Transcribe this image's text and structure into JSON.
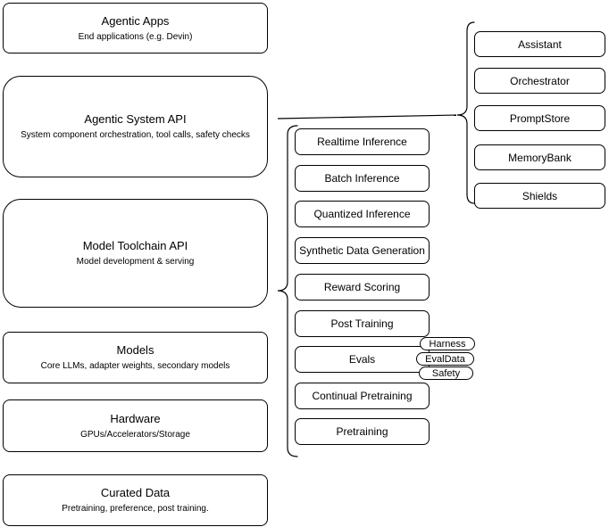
{
  "stack": {
    "layers": [
      {
        "title": "Agentic Apps",
        "subtitle": "End applications (e.g. Devin)"
      },
      {
        "title": "Agentic System API",
        "subtitle": "System component orchestration, tool calls, safety checks"
      },
      {
        "title": "Model Toolchain API",
        "subtitle": "Model development & serving"
      },
      {
        "title": "Models",
        "subtitle": "Core LLMs, adapter weights, secondary models"
      },
      {
        "title": "Hardware",
        "subtitle": "GPUs/Accelerators/Storage"
      },
      {
        "title": "Curated Data",
        "subtitle": "Pretraining, preference, post training."
      }
    ]
  },
  "toolchain": {
    "items": [
      "Realtime Inference",
      "Batch Inference",
      "Quantized Inference",
      "Synthetic Data Generation",
      "Reward Scoring",
      "Post Training",
      "Evals",
      "Continual Pretraining",
      "Pretraining"
    ]
  },
  "evals_tags": [
    "Harness",
    "EvalData",
    "Safety"
  ],
  "system_components": [
    "Assistant",
    "Orchestrator",
    "PromptStore",
    "MemoryBank",
    "Shields"
  ],
  "colors": {
    "stroke": "#000000",
    "background": "#ffffff",
    "text": "#000000"
  }
}
